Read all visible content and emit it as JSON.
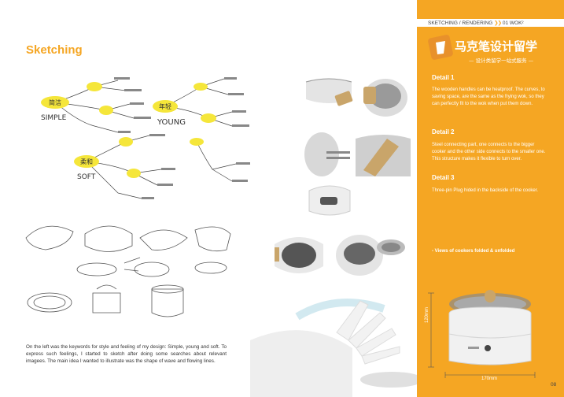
{
  "page": {
    "title": "Sketching",
    "caption": "On the left was the keywords for style and feeling of my design: Simple, young and soft. To express such feelings, I started to sketch after doing some searches about relevant imagees. The main idea I wanted to illustrate was the shape of wave and flowing lines.",
    "page_number": "08"
  },
  "mindmap": {
    "simple_cn": "简洁",
    "simple_en": "SIMPLE",
    "young_cn": "年轻",
    "young_en": "YOUNG",
    "soft_cn": "柔和",
    "soft_en": "SOFT"
  },
  "breadcrumb": {
    "section": "SKETCHING / RENDERING",
    "current": "01 WOK²"
  },
  "logo": {
    "main": "马克笔设计留学",
    "sub": "— 设计类留学一站式服务 —"
  },
  "details": [
    {
      "title": "Detail 1",
      "text": "The wooden handles can be heatproof. The curves, to saving space, are the same as the frying wok, so they can perfectly fit to the wok when put them down."
    },
    {
      "title": "Detail 2",
      "text": "Steel connecting part, one connects to the bigger cooker and the other side connects to the smaller one. This structure makes it flexible to turn over."
    },
    {
      "title": "Detail 3",
      "text": "Three-pin Plug hided in the backside of the cooker."
    }
  ],
  "views_label": "- Views of cookers folded & unfolded",
  "dimensions": {
    "height": "120mm",
    "width": "170mm"
  },
  "colors": {
    "accent": "#f5a623",
    "white": "#ffffff",
    "text": "#333333"
  }
}
